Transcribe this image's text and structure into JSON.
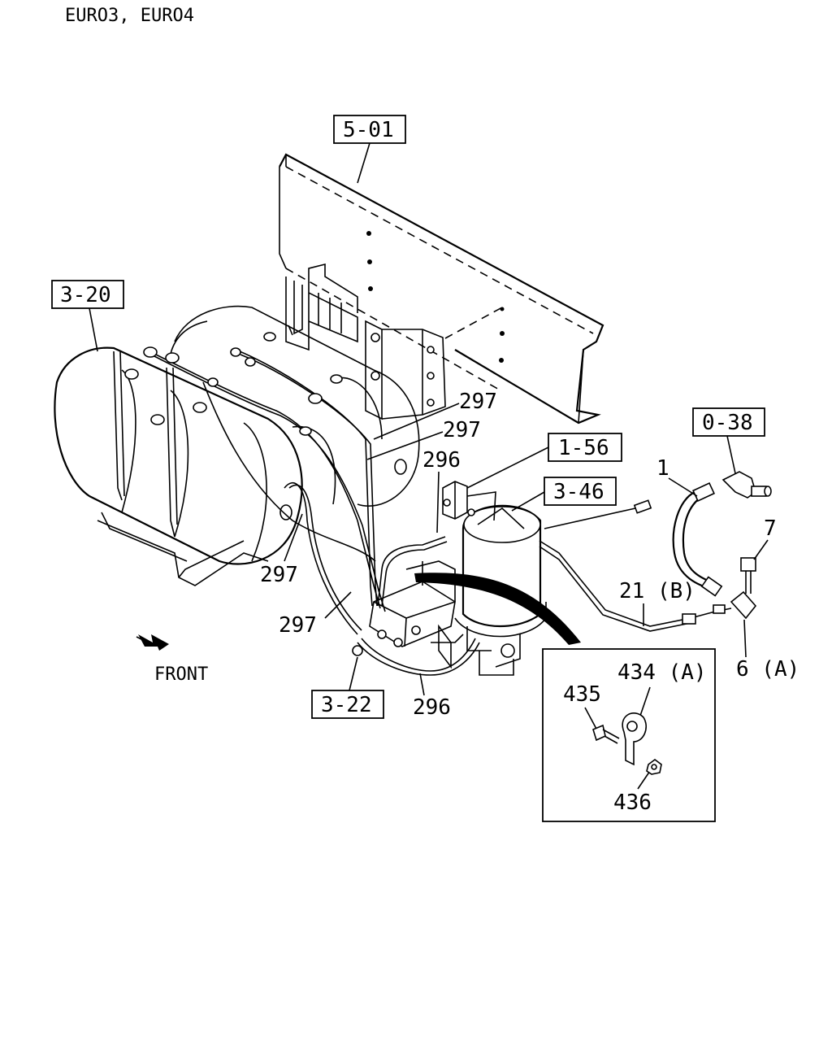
{
  "header": {
    "variant_text": "EURO3, EURO4"
  },
  "ref_boxes": {
    "r501": "5-01",
    "r320": "3-20",
    "r156": "1-56",
    "r346": "3-46",
    "r038": "0-38",
    "r322": "3-22"
  },
  "part_labels": {
    "p297_a": "297",
    "p297_b": "297",
    "p297_c": "297",
    "p297_d": "297",
    "p296_a": "296",
    "p296_b": "296",
    "p1": "1",
    "p7": "7",
    "p21b": "21 (B)",
    "p6a": "6 (A)"
  },
  "front_label": "FRONT",
  "inset": {
    "p434a": "434 (A)",
    "p435": "435",
    "p436": "436"
  }
}
